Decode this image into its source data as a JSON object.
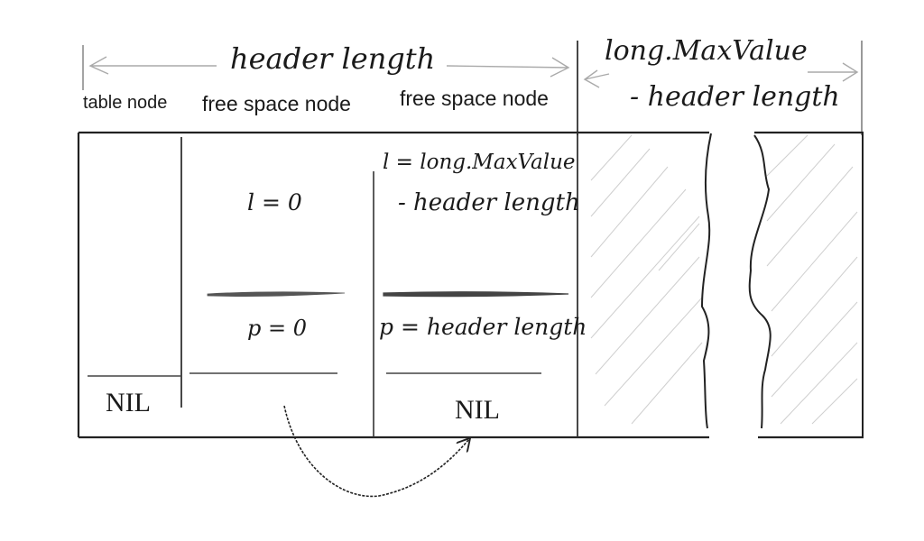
{
  "header": {
    "header_length": "header length",
    "maxvalue_line1": "long.MaxValue",
    "maxvalue_line2": "- header length"
  },
  "nodes": [
    {
      "label": "table node",
      "footer": "NIL"
    },
    {
      "label": "free space node",
      "l_value": "l = 0",
      "p_value": "p = 0"
    },
    {
      "label": "free space node",
      "l_value_line1": "l = long.MaxValue",
      "l_value_line2": "- header length",
      "p_value": "p = header length",
      "footer": "NIL"
    }
  ],
  "colors": {
    "ink": "#1a1a1a",
    "hatch": "#c8c8c8"
  }
}
